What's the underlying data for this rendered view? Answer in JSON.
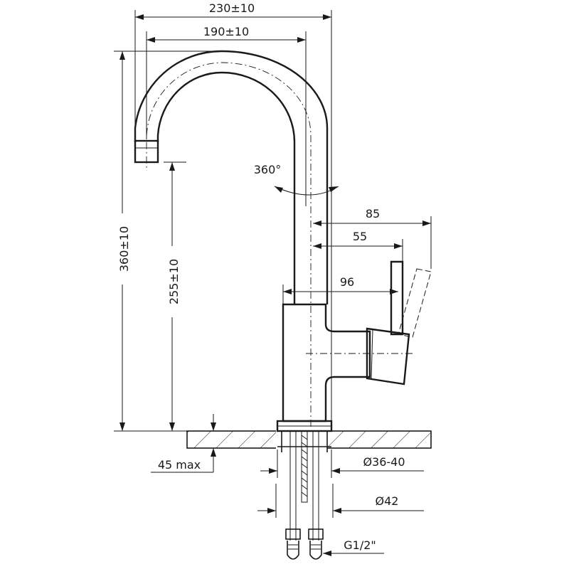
{
  "drawing": {
    "dimensions": {
      "overall_reach": "230±10",
      "spout_reach": "190±10",
      "rotation": "360°",
      "lever_reach": "85",
      "lever_offset": "55",
      "body_depth": "96",
      "total_height": "360±10",
      "outlet_height": "255±10",
      "counter_thickness": "45 max",
      "hole_diameter": "Ø36-40",
      "base_diameter": "Ø42",
      "connection_thread": "G1/2\""
    }
  }
}
